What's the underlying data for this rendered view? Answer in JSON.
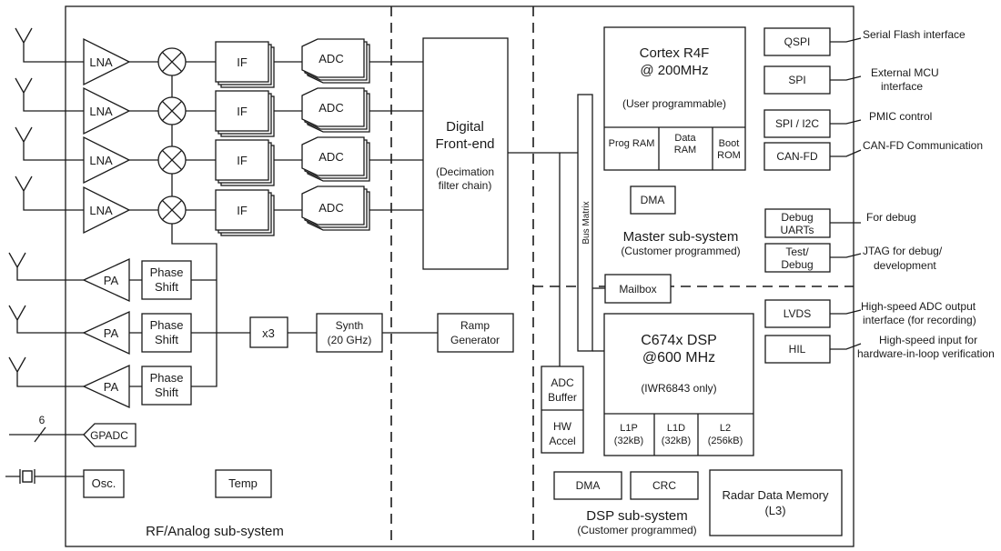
{
  "rf": {
    "lna_label": "LNA",
    "if_label": "IF",
    "adc_label": "ADC",
    "pa_label": "PA",
    "phase_shift": [
      "Phase",
      "Shift"
    ],
    "x3_label": "x3",
    "synth": [
      "Synth",
      "(20 GHz)"
    ],
    "ramp": [
      "Ramp",
      "Generator"
    ],
    "gpadc_label": "GPADC",
    "gpadc_bus_width": "6",
    "osc_label": "Osc.",
    "temp_label": "Temp",
    "subsystem_label": "RF/Analog sub-system"
  },
  "dfe": {
    "title": [
      "Digital",
      "Front-end"
    ],
    "subtitle": [
      "(Decimation",
      "filter chain)"
    ]
  },
  "master": {
    "cpu": [
      "Cortex R4F",
      "@ 200MHz"
    ],
    "cpu_note": "(User programmable)",
    "prog_ram": "Prog RAM",
    "data_ram": [
      "Data",
      "RAM"
    ],
    "boot_rom": [
      "Boot",
      "ROM"
    ],
    "dma": "DMA",
    "bus_matrix": "Bus Matrix",
    "mailbox": "Mailbox",
    "label": "Master sub-system",
    "label_note": "(Customer programmed)"
  },
  "dsp": {
    "title": [
      "C674x DSP",
      "@600 MHz"
    ],
    "note": "(IWR6843 only)",
    "l1p": [
      "L1P",
      "(32kB)"
    ],
    "l1d": [
      "L1D",
      "(32kB)"
    ],
    "l2": [
      "L2",
      "(256kB)"
    ],
    "adc_buffer": [
      "ADC",
      "Buffer"
    ],
    "hw_accel": [
      "HW",
      "Accel"
    ],
    "dma": "DMA",
    "crc": "CRC",
    "radar_mem": [
      "Radar Data Memory",
      "(L3)"
    ],
    "label": "DSP sub-system",
    "label_note": "(Customer programmed)"
  },
  "interfaces": {
    "qspi": "QSPI",
    "spi": "SPI",
    "spi_i2c": "SPI / I2C",
    "canfd": "CAN-FD",
    "debug_uarts": [
      "Debug",
      "UARTs"
    ],
    "test_debug": [
      "Test/",
      "Debug"
    ],
    "lvds": "LVDS",
    "hil": "HIL"
  },
  "annotations": {
    "serial_flash": "Serial Flash interface",
    "external_mcu": [
      "External MCU",
      "interface"
    ],
    "pmic": "PMIC control",
    "canfd_comm": "CAN-FD Communication",
    "for_debug": "For debug",
    "jtag": [
      "JTAG for debug/",
      "development"
    ],
    "lvds_note": [
      "High-speed ADC output",
      "interface (for recording)"
    ],
    "hil_note": [
      "High-speed input for",
      "hardware-in-loop verification"
    ]
  }
}
